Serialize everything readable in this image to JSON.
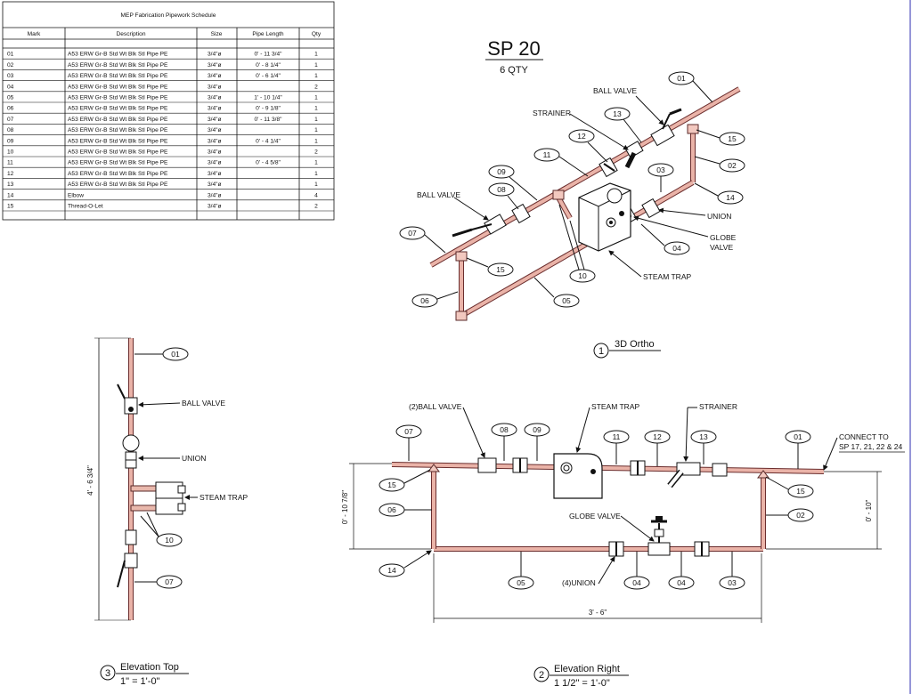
{
  "schedule": {
    "title": "MEP Fabrication Pipework Schedule",
    "columns": [
      "Mark",
      "Description",
      "Size",
      "Pipe Length",
      "Qty"
    ],
    "rows": [
      {
        "mark": "01",
        "desc": "A53 ERW Gr-B Std Wt Blk Stl Pipe PE",
        "size": "3/4\"ø",
        "len": "0' - 11 3/4\"",
        "qty": "1"
      },
      {
        "mark": "02",
        "desc": "A53 ERW Gr-B Std Wt Blk Stl Pipe PE",
        "size": "3/4\"ø",
        "len": "0' - 8 1/4\"",
        "qty": "1"
      },
      {
        "mark": "03",
        "desc": "A53 ERW Gr-B Std Wt Blk Stl Pipe PE",
        "size": "3/4\"ø",
        "len": "0' - 6 1/4\"",
        "qty": "1"
      },
      {
        "mark": "04",
        "desc": "A53 ERW Gr-B Std Wt Blk Stl Pipe PE",
        "size": "3/4\"ø",
        "len": "",
        "qty": "2"
      },
      {
        "mark": "05",
        "desc": "A53 ERW Gr-B Std Wt Blk Stl Pipe PE",
        "size": "3/4\"ø",
        "len": "1' - 10 1/4\"",
        "qty": "1"
      },
      {
        "mark": "06",
        "desc": "A53 ERW Gr-B Std Wt Blk Stl Pipe PE",
        "size": "3/4\"ø",
        "len": "0' - 9 1/8\"",
        "qty": "1"
      },
      {
        "mark": "07",
        "desc": "A53 ERW Gr-B Std Wt Blk Stl Pipe PE",
        "size": "3/4\"ø",
        "len": "0' - 11 3/8\"",
        "qty": "1"
      },
      {
        "mark": "08",
        "desc": "A53 ERW Gr-B Std Wt Blk Stl Pipe PE",
        "size": "3/4\"ø",
        "len": "",
        "qty": "1"
      },
      {
        "mark": "09",
        "desc": "A53 ERW Gr-B Std Wt Blk Stl Pipe PE",
        "size": "3/4\"ø",
        "len": "0' - 4 1/4\"",
        "qty": "1"
      },
      {
        "mark": "10",
        "desc": "A53 ERW Gr-B Std Wt Blk Stl Pipe PE",
        "size": "3/4\"ø",
        "len": "",
        "qty": "2"
      },
      {
        "mark": "11",
        "desc": "A53 ERW Gr-B Std Wt Blk Stl Pipe PE",
        "size": "3/4\"ø",
        "len": "0' - 4 5/8\"",
        "qty": "1"
      },
      {
        "mark": "12",
        "desc": "A53 ERW Gr-B Std Wt Blk Stl Pipe PE",
        "size": "3/4\"ø",
        "len": "",
        "qty": "1"
      },
      {
        "mark": "13",
        "desc": "A53 ERW Gr-B Std Wt Blk Stl Pipe PE",
        "size": "3/4\"ø",
        "len": "",
        "qty": "1"
      },
      {
        "mark": "14",
        "desc": "Elbow",
        "size": "3/4\"ø",
        "len": "",
        "qty": "4"
      },
      {
        "mark": "15",
        "desc": "Thread-O-Let",
        "size": "3/4\"ø",
        "len": "",
        "qty": "2"
      }
    ]
  },
  "spool": {
    "name": "SP 20",
    "qty": "6 QTY"
  },
  "iso": {
    "view_number": "1",
    "view_title": "3D Ortho",
    "labels": {
      "ball_valve_top": "BALL VALVE",
      "strainer": "STRAINER",
      "ball_valve_left": "BALL VALVE",
      "union": "UNION",
      "globe_valve_1": "GLOBE",
      "globe_valve_2": "VALVE",
      "steam_trap": "STEAM TRAP"
    },
    "tags": [
      "01",
      "13",
      "15",
      "12",
      "11",
      "02",
      "09",
      "03",
      "14",
      "08",
      "07",
      "04",
      "15",
      "10",
      "06",
      "05"
    ]
  },
  "elev_top": {
    "view_number": "3",
    "view_title": "Elevation Top",
    "scale": "1\" = 1'-0\"",
    "dimension": "4' - 6 3/4\"",
    "labels": {
      "ball_valve": "BALL VALVE",
      "union": "UNION",
      "steam_trap": "STEAM TRAP"
    },
    "tags": [
      "01",
      "10",
      "07"
    ]
  },
  "elev_right": {
    "view_number": "2",
    "view_title": "Elevation Right",
    "scale": "1 1/2\" = 1'-0\"",
    "labels": {
      "ball_valve": "(2)BALL VALVE",
      "steam_trap": "STEAM TRAP",
      "strainer": "STRAINER",
      "connect_1": "CONNECT TO",
      "connect_2": "SP 17, 21, 22 & 24",
      "globe_valve": "GLOBE VALVE",
      "union": "(4)UNION"
    },
    "dims": {
      "left": "0' - 10 7/8\"",
      "right": "0' - 10\"",
      "bottom": "3' - 6\""
    },
    "tags": [
      "07",
      "08",
      "09",
      "11",
      "12",
      "13",
      "01",
      "15",
      "06",
      "02",
      "14",
      "05",
      "04",
      "04",
      "03",
      "15"
    ]
  },
  "colors": {
    "pipe_outline": "#5a2a2a",
    "pipe_fill": "#eab3a8",
    "line": "#111111",
    "border": "#2c2cb0"
  }
}
